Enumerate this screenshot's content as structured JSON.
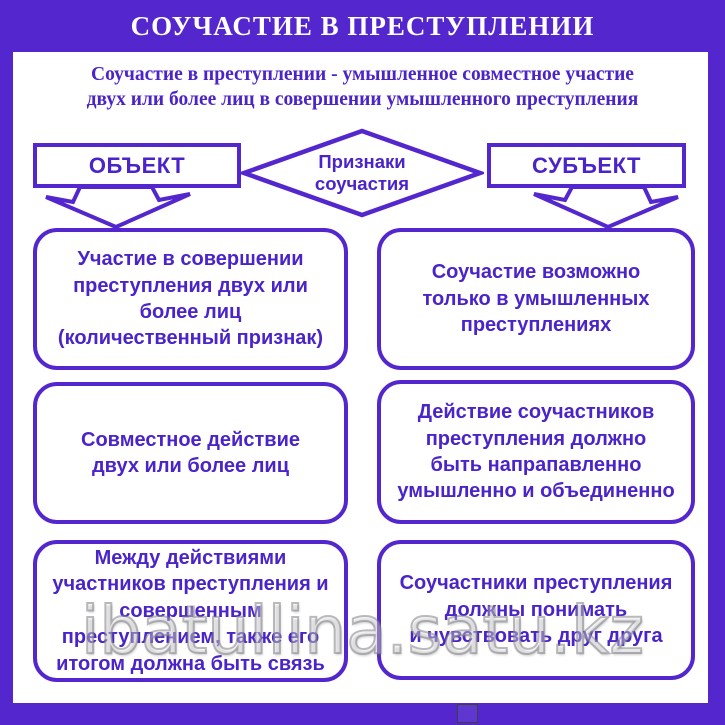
{
  "poster": {
    "title": "СОУЧАСТИЕ В ПРЕСТУПЛЕНИИ",
    "definition": "Соучастие в преступлении - умышленное совместное участие\nдвух или более лиц в совершении умышленного преступления"
  },
  "flow": {
    "object_label": "ОБЪЕКТ",
    "subject_label": "СУБЪЕКТ",
    "diamond_label": "Признаки\nсоучастия"
  },
  "object_cards": [
    {
      "text": "Участие в совершении\nпреступления двух или\nболее лиц\n(количественный признак)"
    },
    {
      "text": "Совместное действие\nдвух или более лиц"
    },
    {
      "text": "Между действиями\nучастников преступления и\nсовершенным\nпреступлением, также его\nитогом должна быть связь"
    }
  ],
  "subject_cards": [
    {
      "text": "Соучастие возможно\nтолько в умышленных\nпреступлениях"
    },
    {
      "text": "Действие соучастников\nпреступления должно\nбыть напрапавленно\nумышленно и объединенно"
    },
    {
      "text": "Соучастники преступления\nдолжны понимать\nи чувствовать друг друга"
    }
  ],
  "watermark": "ibatullina.satu.kz",
  "colors": {
    "purple": "#5327cd",
    "text_purple": "#4a23c9",
    "panel_background": "#ffffff",
    "title_color": "#ffffff",
    "watermark_gray": "#82828a"
  }
}
